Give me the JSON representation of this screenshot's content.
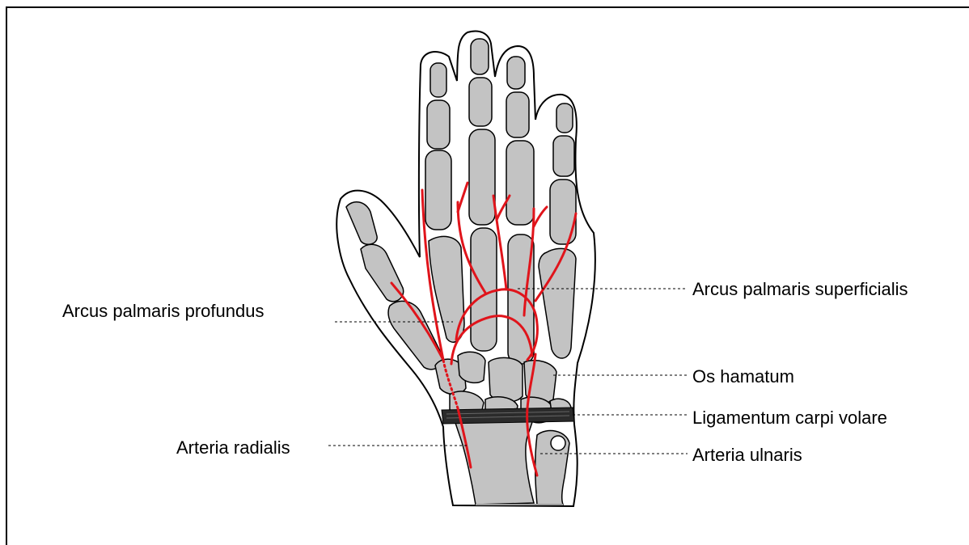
{
  "labels": {
    "arcus_superficialis": "Arcus palmaris superficialis",
    "arcus_profundus": "Arcus palmaris profundus",
    "os_hamatum": "Os hamatum",
    "ligamentum": "Ligamentum carpi volare",
    "arteria_radialis": "Arteria radialis",
    "arteria_ulnaris": "Arteria ulnaris"
  },
  "colors": {
    "artery": "#e0141b",
    "bone": "#c3c3c3",
    "outline": "#000000",
    "ligament": "#2b2b2b"
  }
}
